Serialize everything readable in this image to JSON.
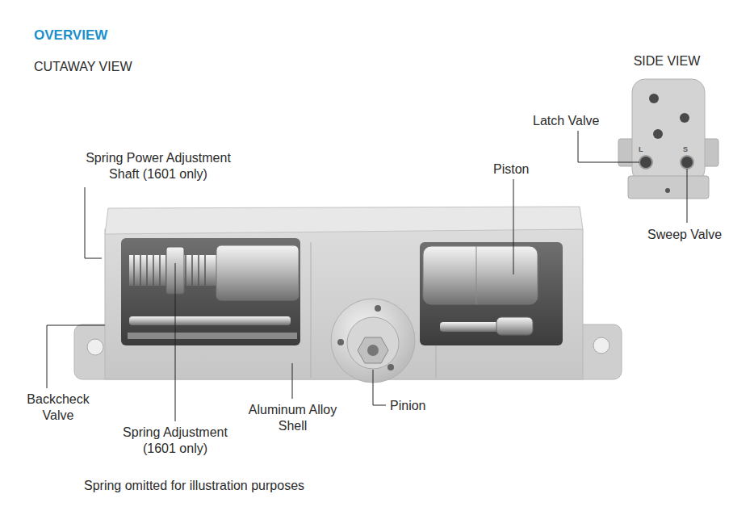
{
  "diagram": {
    "title": "OVERVIEW",
    "caption": "Spring omitted for illustration purposes",
    "labels": [
      "CUTAWAY VIEW",
      "SIDE VIEW",
      "Spring Power Adjustment Shaft (1601 only)",
      "Latch Valve",
      "Piston",
      "Sweep Valve",
      "L",
      "S",
      "Backcheck Valve",
      "Spring Adjustment (1601 only)",
      "Aluminum Alloy Shell",
      "Pinion"
    ]
  }
}
